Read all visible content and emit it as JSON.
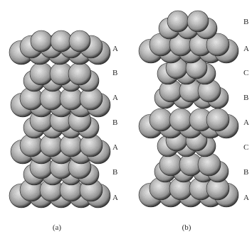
{
  "figure": {
    "panels": [
      {
        "caption": "(a)",
        "layer_labels": [
          "A",
          "B",
          "A",
          "B",
          "A",
          "B",
          "A"
        ]
      },
      {
        "caption": "(b)",
        "layer_labels": [
          "B",
          "A",
          "C",
          "B",
          "A",
          "C",
          "B",
          "A"
        ]
      }
    ]
  },
  "colors": {
    "atom_light": "#f4f4f4",
    "atom_mid": "#9a9a9a",
    "atom_dark": "#3c3c3c",
    "outline": "#222222",
    "text": "#2a2a2a"
  }
}
